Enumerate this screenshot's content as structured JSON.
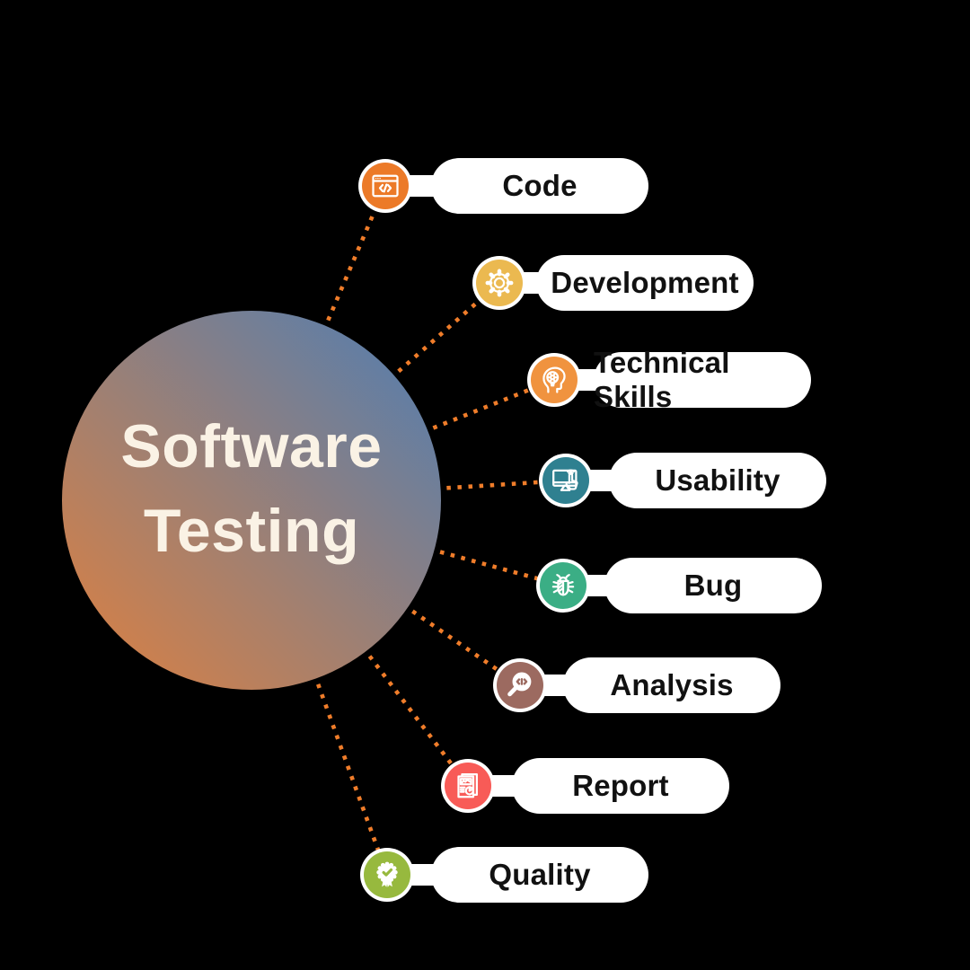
{
  "background_color": "#000000",
  "connector_color": "#F07D2A",
  "center": {
    "title_line1": "Software",
    "title_line2": "Testing",
    "gradient_from": "#E0813E",
    "gradient_to": "#4E7EB4",
    "text_color": "#FAF2E5"
  },
  "pill": {
    "background": "#FFFFFF",
    "label_color": "#111111"
  },
  "items": [
    {
      "label": "Code",
      "color": "#EC7A28",
      "icon": "code-window-icon"
    },
    {
      "label": "Development",
      "color": "#EBB950",
      "icon": "gear-icon"
    },
    {
      "label": "Technical Skills",
      "color": "#F0933F",
      "icon": "head-bulb-icon"
    },
    {
      "label": "Usability",
      "color": "#2F8090",
      "icon": "touchscreen-icon"
    },
    {
      "label": "Bug",
      "color": "#3BAE85",
      "icon": "bug-icon"
    },
    {
      "label": "Analysis",
      "color": "#9C6A60",
      "icon": "magnifier-code-icon"
    },
    {
      "label": "Report",
      "color": "#F85B57",
      "icon": "report-document-icon"
    },
    {
      "label": "Quality",
      "color": "#97B93E",
      "icon": "award-badge-icon"
    }
  ]
}
